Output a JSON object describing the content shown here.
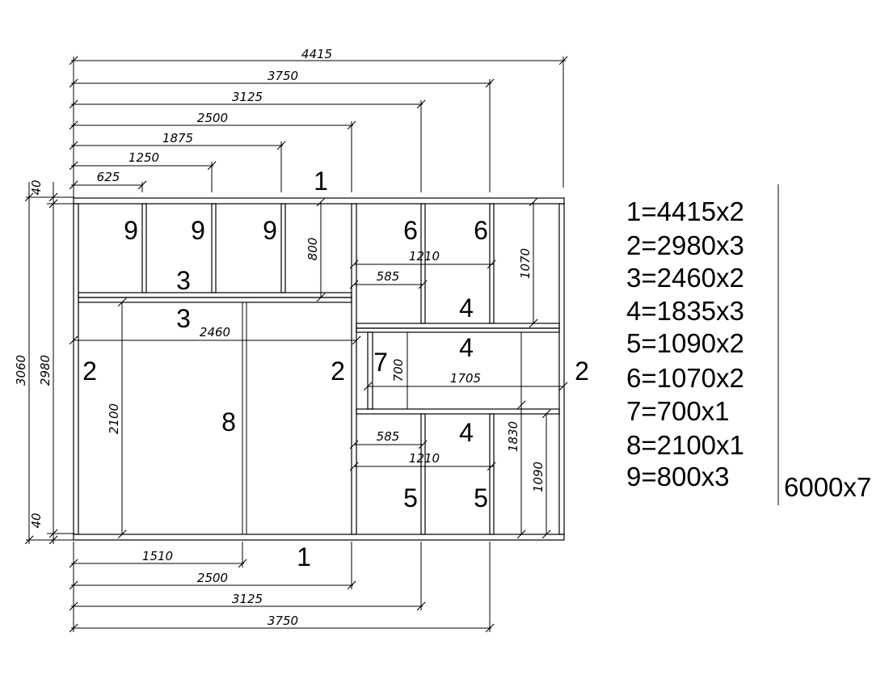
{
  "top_dims": [
    "4415",
    "3750",
    "3125",
    "2500",
    "1875",
    "1250",
    "625"
  ],
  "bottom_dims": [
    "1510",
    "2500",
    "3125",
    "3750"
  ],
  "left_dims": {
    "top_gap": "40",
    "bottom_gap": "40",
    "outer_height": "3060",
    "inner_height": "2980"
  },
  "inner_dims": {
    "shelf_height_top": "800",
    "top_shelf_width": "2460",
    "left_door_height": "2100",
    "top_mid_width": "1210",
    "top_small_width": "585",
    "right_upper_height": "1070",
    "middle_height": "700",
    "middle_width": "1705",
    "lower_small_width": "585",
    "lower_mid_width": "1210",
    "lower_right_height": "1830",
    "lower_right_small_height": "1090"
  },
  "part_marks": {
    "top_panel": "1",
    "bottom_panel": "1",
    "left_side": "2",
    "center_divider": "2",
    "right_side": "2",
    "top_shelf": "3",
    "lower_shelf": "3",
    "upper_shelf_right": "4",
    "middle_shelf": "4",
    "lower_shelf_right": "4",
    "lower_left_div": "5",
    "lower_right_div": "5",
    "upper_left_div": "6",
    "upper_right_div": "6",
    "middle_div": "7",
    "door_panel": "8",
    "cell_1": "9",
    "cell_2": "9",
    "cell_3": "9"
  },
  "legend": [
    "1=4415x2",
    "2=2980x3",
    "3=2460x2",
    "4=1835x3",
    "5=1090x2",
    "6=1070x2",
    "7=700x1",
    "8=2100x1",
    "9=800x3"
  ],
  "stock_note": "6000x7"
}
